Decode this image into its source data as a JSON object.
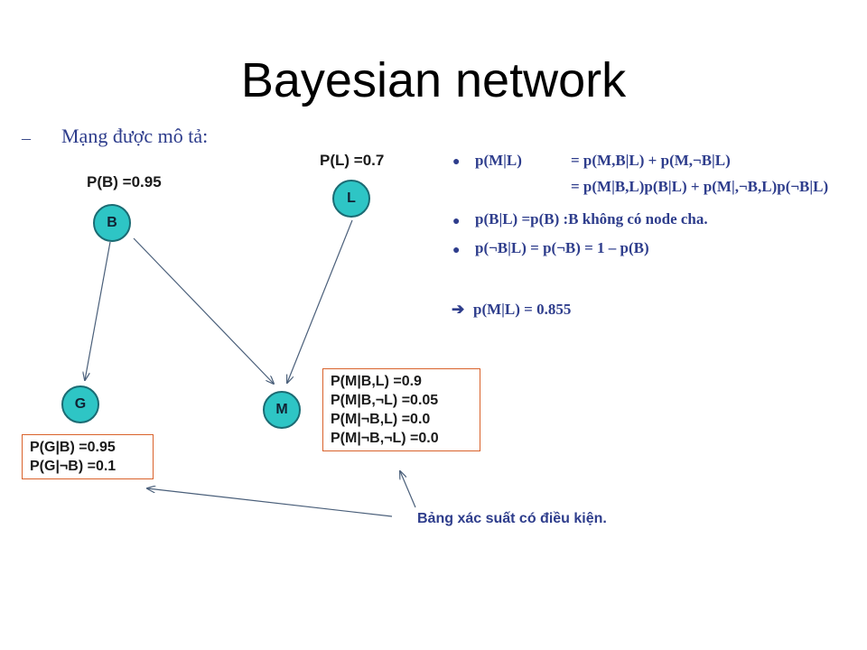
{
  "title": "Bayesian network",
  "intro": {
    "dash": "–",
    "text": "Mạng được mô tả:"
  },
  "priors": {
    "b": "P(B) =0.95",
    "l": "P(L) =0.7"
  },
  "nodes": {
    "b": "B",
    "l": "L",
    "g": "G",
    "m": "M"
  },
  "cpt_g": [
    "P(G|B) =0.95",
    "P(G|¬B) =0.1"
  ],
  "cpt_m": [
    "P(M|B,L) =0.9",
    "P(M|B,¬L) =0.05",
    "P(M|¬B,L) =0.0",
    "P(M|¬B,¬L) =0.0"
  ],
  "formulas": {
    "line1_left": "p(M|L)",
    "line1_right": "= p(M,B|L) + p(M,¬B|L)",
    "line2_right": "= p(M|B,L)p(B|L) + p(M|,¬B,L)p(¬B|L)",
    "line3": "p(B|L) =p(B) :B không có node cha.",
    "line4": "p(¬B|L) = p(¬B) = 1 – p(B)",
    "result_arrow": "➔",
    "result": "p(M|L) = 0.855"
  },
  "note": "Bảng xác suất có điều kiện."
}
